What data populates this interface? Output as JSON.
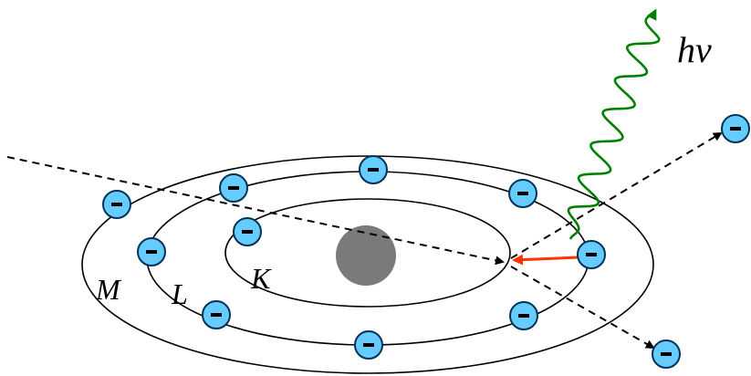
{
  "labels": {
    "shell_k": "K",
    "shell_l": "L",
    "shell_m": "M",
    "photon": "hν"
  },
  "electron_sign": "−",
  "colors": {
    "electron_fill": "#66ccff",
    "electron_stroke": "#003355",
    "nucleus": "#7a7a7a",
    "photon_wave": "#008000",
    "transition_arrow": "#ff3300",
    "orbit": "#000000",
    "trajectory": "#000000"
  }
}
